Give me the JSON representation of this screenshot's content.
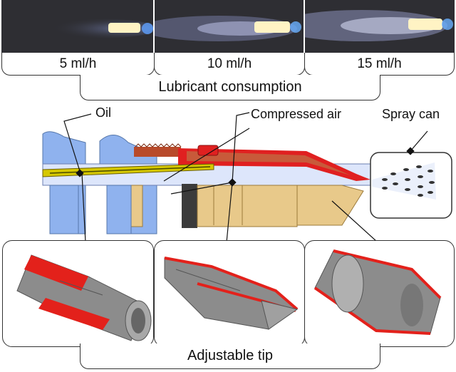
{
  "photos": [
    {
      "rate_label": "5 ml/h"
    },
    {
      "rate_label": "10 ml/h"
    },
    {
      "rate_label": "15 ml/h"
    }
  ],
  "group_labels": {
    "consumption": "Lubricant consumption",
    "tip": "Adjustable tip"
  },
  "callouts": {
    "oil": "Oil",
    "compressed_air": "Compressed air",
    "spray_can": "Spray can"
  },
  "colors": {
    "oil": "#d6c800",
    "air": "#e02020",
    "body_blue": "#8fb2ee",
    "nozzle_tan": "#e8c98a",
    "cut_red": "#e3211b",
    "metal_gray": "#8c8c8c"
  }
}
